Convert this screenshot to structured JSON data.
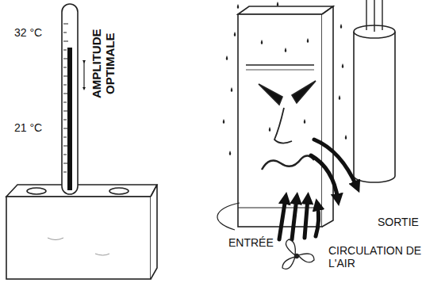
{
  "diagram": {
    "labels": [
      "32 °C",
      "21 °C",
      "AMPLITUDE OPTIMALE",
      "ENTRÉE",
      "SORTIE",
      "CIRCULATION DE L'AIR"
    ]
  }
}
